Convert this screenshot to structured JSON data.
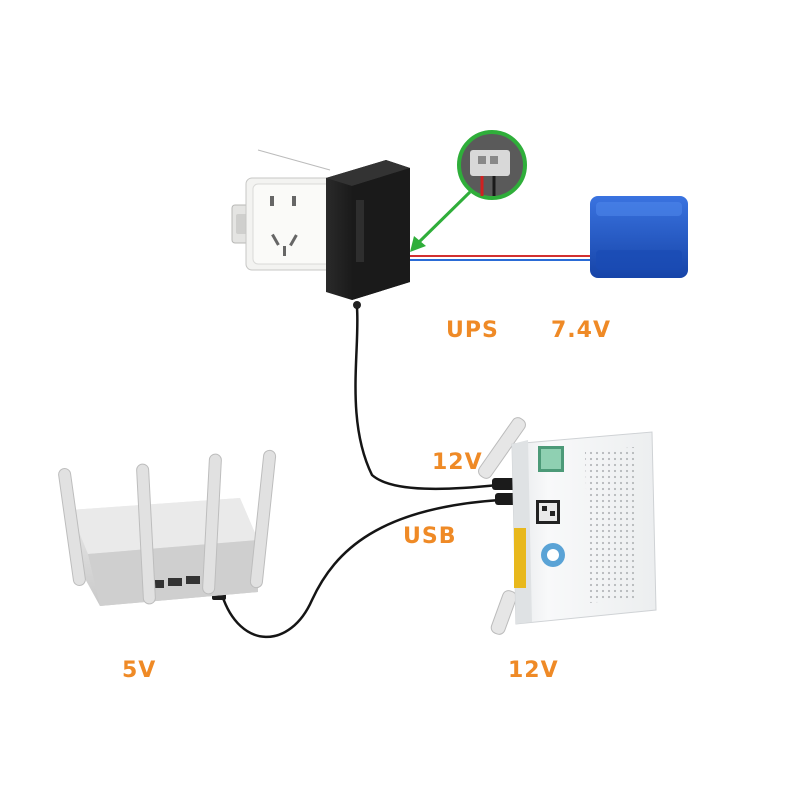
{
  "colors": {
    "label": "#ef8a26",
    "background": "#ffffff",
    "adapter": "#1b1b1b",
    "socket": "#f1f1ef",
    "battery": "#1f56c4",
    "cable": "#151515",
    "arrow": "#2fae3a",
    "router": "#dcdcdc",
    "onu": "#f4f5f6"
  },
  "labels": {
    "ups": "UPS",
    "battery_voltage": "7.4V",
    "onu_input": "12V",
    "usb": "USB",
    "router_voltage": "5V",
    "onu_voltage": "12V"
  },
  "icons": [
    "ups-adapter-icon",
    "wall-socket-icon",
    "battery-pack-icon",
    "wifi-router-icon",
    "onu-modem-icon",
    "connector-zoom-icon"
  ]
}
